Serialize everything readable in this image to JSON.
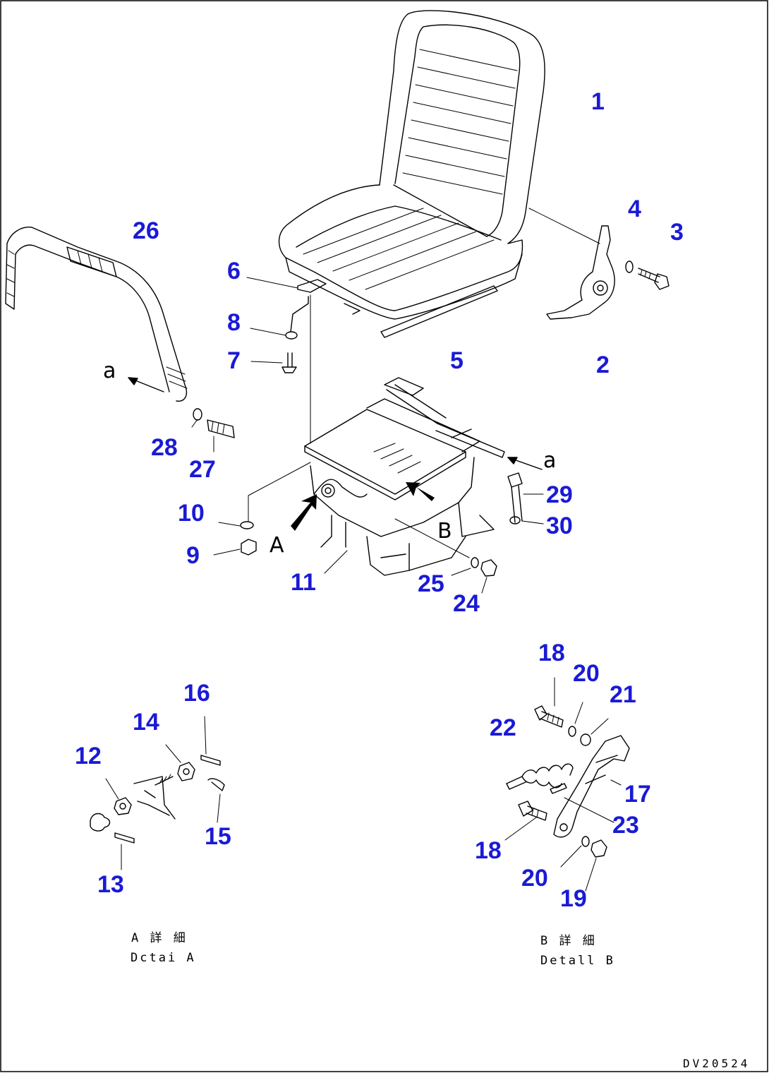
{
  "part_numbers": [
    "1",
    "2",
    "3",
    "4",
    "5",
    "6",
    "7",
    "8",
    "9",
    "10",
    "11",
    "12",
    "13",
    "14",
    "15",
    "16",
    "17",
    "18",
    "18",
    "19",
    "20",
    "20",
    "21",
    "22",
    "23",
    "24",
    "25",
    "26",
    "27",
    "28",
    "29",
    "30"
  ],
  "view_markers": {
    "arrow_a": "a",
    "arrow_a2": "a",
    "view_A": "A",
    "view_B": "B"
  },
  "detail_a": {
    "title_jp": "A 詳 細",
    "title_en": "Dctai A"
  },
  "detail_b": {
    "title_jp": "B 詳 細",
    "title_en": "Detall B"
  },
  "drawing_code": "DV20524"
}
